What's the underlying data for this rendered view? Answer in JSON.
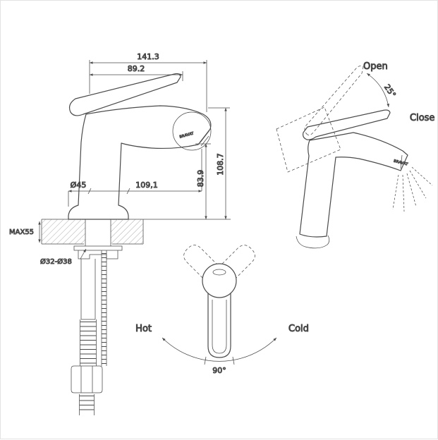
{
  "colors": {
    "ink": "#4a4a4a",
    "background": "#ffffff"
  },
  "side_view": {
    "dim_overall_reach": "141.3",
    "dim_handle_reach": "89.2",
    "dim_spout_reach": "109,1",
    "dim_base_diameter": "Ø45",
    "dim_spout_height": "83.9",
    "dim_overall_height": "108.7",
    "dim_max_thickness": "MAX55",
    "dim_hole_diameter": "Ø32-Ø38",
    "brand": "BRAVAT"
  },
  "operation_view": {
    "open_label": "Open",
    "close_label": "Close",
    "angle_label": "25°",
    "brand": "BRAVAT"
  },
  "top_view": {
    "hot_label": "Hot",
    "cold_label": "Cold",
    "angle_label": "90°"
  }
}
